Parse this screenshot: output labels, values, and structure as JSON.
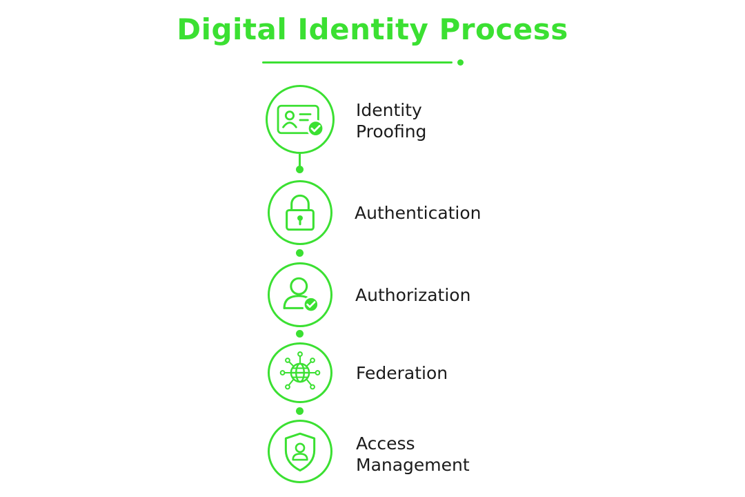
{
  "title": "Digital Identity Process",
  "accent_color": "#3be032",
  "text_color": "#1b1b1b",
  "steps": [
    {
      "line1": "Identity",
      "line2": "Proofing",
      "icon": "id-card-check-icon"
    },
    {
      "line1": "Authentication",
      "line2": "",
      "icon": "padlock-icon"
    },
    {
      "line1": "Authorization",
      "line2": "",
      "icon": "user-check-icon"
    },
    {
      "line1": "Federation",
      "line2": "",
      "icon": "globe-network-icon"
    },
    {
      "line1": "Access",
      "line2": "Management",
      "icon": "shield-user-icon"
    }
  ]
}
